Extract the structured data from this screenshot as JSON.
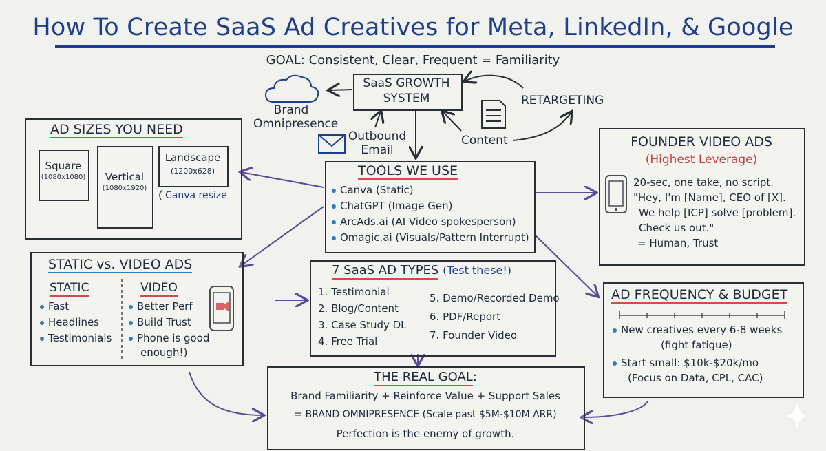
{
  "title": "How To Create SaaS Ad Creatives for Meta, LinkedIn, & Google",
  "goal": {
    "label": "GOAL",
    "text": ": Consistent, Clear, Frequent = Familiarity"
  },
  "growth_system": {
    "line1": "SaaS GROWTH",
    "line2": "SYSTEM"
  },
  "brand": {
    "line1": "Brand",
    "line2": "Omnipresence"
  },
  "outbound": {
    "line1": "Outbound",
    "line2": "Email"
  },
  "content": "Content",
  "retargeting": "RETARGETING",
  "ad_sizes": {
    "title": "AD SIZES YOU NEED",
    "square": "Square",
    "square_dim": "(1080x1080)",
    "vertical": "Vertical",
    "vertical_dim": "(1080x1920)",
    "landscape": "Landscape",
    "landscape_dim": "(1200x628)",
    "resize": "Canva resize"
  },
  "tools": {
    "title": "TOOLS WE USE",
    "items": [
      "Canva    (Static)",
      "ChatGPT (Image Gen)",
      "ArcAds.ai (AI Video spokesperson)",
      "Omagic.ai (Visuals/Pattern Interrupt)"
    ]
  },
  "founder": {
    "title": "FOUNDER VIDEO ADS",
    "subtitle": "(Highest Leverage)",
    "lines": [
      "20-sec, one take, no script.",
      "\"Hey, I'm [Name], CEO of [X].",
      "We help [ICP] solve [problem].",
      "Check us out.\"",
      "= Human, Trust"
    ]
  },
  "static_video": {
    "title": "STATIC vs. VIDEO ADS",
    "static_head": "STATIC",
    "static_items": [
      "Fast",
      "Headlines",
      "Testimonials"
    ],
    "video_head": "VIDEO",
    "video_items": [
      "Better Perf",
      "Build Trust",
      "Phone is good"
    ],
    "video_tail": "enough!)"
  },
  "ad_types": {
    "title": "7 SaaS AD TYPES",
    "note": "(Test these!)",
    "left": [
      "1. Testimonial",
      "2. Blog/Content",
      "3. Case Study DL",
      "4. Free Trial"
    ],
    "right": [
      "5. Demo/Recorded Demo",
      "6. PDF/Report",
      "7. Founder Video"
    ]
  },
  "frequency": {
    "title": "AD FREQUENCY & BUDGET",
    "items": [
      "New creatives every 6-8 weeks",
      "Start small: $10k-$20k/mo"
    ],
    "sub": [
      "(fight fatigue)",
      "(Focus on Data, CPL, CAC)"
    ]
  },
  "real_goal": {
    "title": "THE REAL GOAL",
    "colon": ":",
    "line1": "Brand Familiarity + Reinforce Value + Support Sales",
    "line2": "= BRAND OMNIPRESENCE (Scale past $5M-$10M ARR)",
    "line3": "Perfection is the enemy of growth."
  },
  "colors": {
    "title_blue": "#1e3f8a",
    "accent_red": "#c7403f",
    "arrow_purple": "#5b4a9a",
    "bullet_blue": "#2e7bbf"
  }
}
